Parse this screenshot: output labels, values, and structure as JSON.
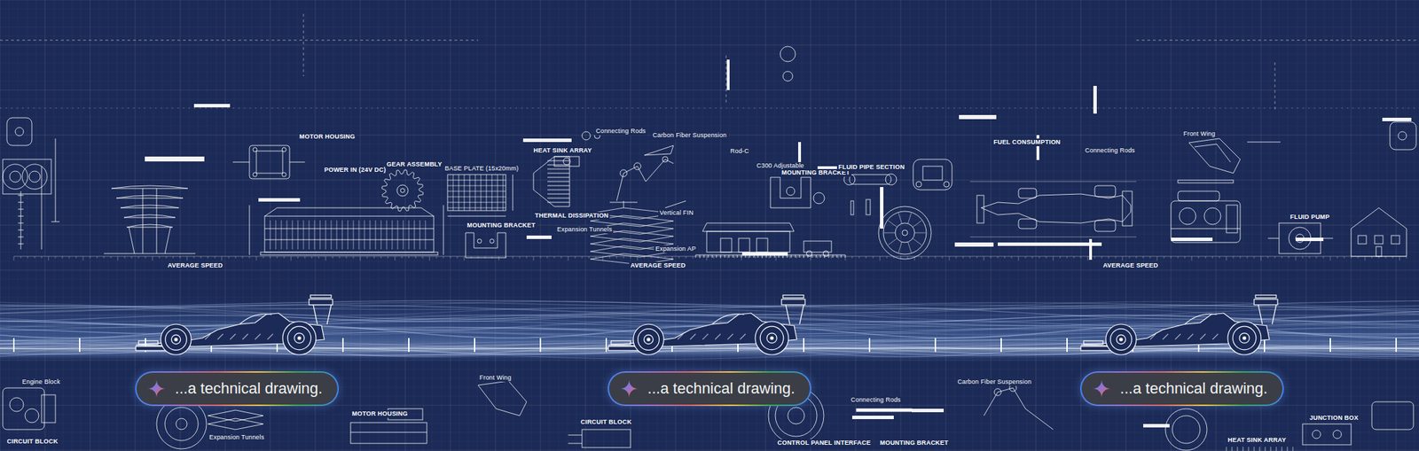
{
  "diagram": {
    "nodes": [
      {
        "text": [
          "...a technical drawing."
        ]
      },
      {
        "text": [
          "...a technical drawing."
        ]
      },
      {
        "text": [
          "...a technical drawing."
        ]
      }
    ],
    "labels": [
      "MOTOR HOUSING",
      "POWER IN (24V DC)",
      "GEAR ASSEMBLY",
      "BASE PLATE (15x20mm)",
      "HEAT SINK ARRAY",
      "THERMAL DISSIPATION",
      "Connecting Rods",
      "Carbon Fiber Suspension",
      "Vertical FIN",
      "Expansion Tunnels",
      "MOUNTING BRACKET",
      "Expansion AP",
      "Rod-C",
      "C300 Adjustable",
      "MOUNTING BRACKET",
      "FLUID PIPE SECTION",
      "FUEL CONSUMPTION",
      "Connecting Rods",
      "Front Wing",
      "FLUID PUMP",
      "AVERAGE SPEED",
      "AVERAGE SPEED",
      "AVERAGE SPEED",
      "Engine Block",
      "CIRCUIT BLOCK",
      "Expansion Tunnels",
      "MOTOR HOUSING",
      "Front Wing",
      "CIRCUIT BLOCK",
      "Connecting Rods",
      "CONTROL PANEL INTERFACE",
      "MOUNTING BRACKET",
      "Carbon Fiber Suspension",
      "JUNCTION BOX",
      "HEAT SINK ARRAY"
    ]
  }
}
